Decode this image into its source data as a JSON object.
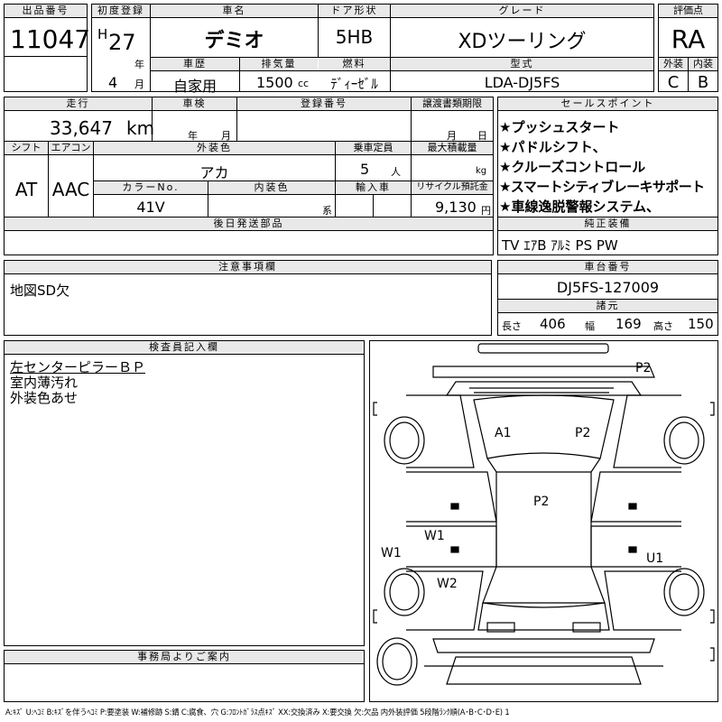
{
  "top": {
    "h_lot": "出品番号",
    "lot": "11047",
    "h_first_reg": "初度登録",
    "era": "H",
    "year": "27",
    "year_unit": "年",
    "month": "4",
    "month_unit": "月",
    "h_car_name": "車名",
    "car_name": "デミオ",
    "h_door": "ドア形状",
    "door": "5HB",
    "h_grade": "グレード",
    "grade": "XDツーリング",
    "h_score": "評価点",
    "score": "RA",
    "h_history": "車歴",
    "history": "自家用",
    "h_displacement": "排気量",
    "displacement": "1500",
    "displacement_unit": "cc",
    "h_fuel": "燃料",
    "fuel": "ﾃﾞｨｰｾﾞﾙ",
    "h_model": "型式",
    "model": "LDA-DJ5FS",
    "h_exterior": "外装",
    "exterior": "C",
    "h_interior": "内装",
    "interior": "B"
  },
  "row2": {
    "h_mileage": "走行",
    "mileage": "33,647",
    "mileage_unit": "km",
    "h_inspection": "車検",
    "insp_year_unit": "年",
    "insp_month_unit": "月",
    "h_reg_no": "登録番号",
    "h_transfer": "譲渡書類期限",
    "transfer_month_unit": "月",
    "transfer_day_unit": "日",
    "h_shift": "シフト",
    "shift": "AT",
    "h_ac": "エアコン",
    "ac": "AAC",
    "h_color": "外装色",
    "color": "アカ",
    "h_capacity": "乗車定員",
    "capacity": "5",
    "capacity_unit": "人",
    "h_load": "最大積載量",
    "load_unit": "kg",
    "h_color_no": "カラーNo.",
    "color_no": "41V",
    "h_int_color": "内装色",
    "int_color_unit": "系",
    "h_import": "輸入車",
    "h_recycle": "リサイクル預託金",
    "recycle": "9,130",
    "recycle_unit": "円",
    "h_later_parts": "後日発送部品"
  },
  "sales": {
    "header": "セールスポイント",
    "points": [
      "★プッシュスタート",
      "★パドルシフト、",
      "★クルーズコントロール",
      "★スマートシティブレーキサポート",
      "★車線逸脱警報システム、"
    ]
  },
  "equipment": {
    "header": "純正装備",
    "value": "TV ｴｱB ｱﾙﾐ PS PW"
  },
  "notes": {
    "header": "注意事項欄",
    "value": "地図SD欠"
  },
  "chassis": {
    "header": "車台番号",
    "value": "DJ5FS-127009"
  },
  "specs": {
    "header": "諸元",
    "len_label": "長さ",
    "length": "406",
    "wid_label": "幅",
    "width": "169",
    "hgt_label": "高さ",
    "height": "150"
  },
  "inspector": {
    "header": "検査員記入欄",
    "lines": [
      "左センターピラーＢＰ",
      "室内薄汚れ",
      "外装色あせ"
    ]
  },
  "office": {
    "header": "事務局よりご案内"
  },
  "diagram": {
    "marks": [
      "P2",
      "A1",
      "P2",
      "P2",
      "W1",
      "W1",
      "W2",
      "U1"
    ]
  },
  "legend": "A:ｷｽﾞ U:ﾍｺﾐ B:ｷｽﾞを伴うﾍｺﾐ P:要塗装 W:補修跡 S:錆 C:腐食、穴 G:ﾌﾛﾝﾄｶﾞﾗｽ点ｷｽﾞ XX:交換済み X:要交換 欠:欠品 内外装評価 5段階ﾗﾝｸ順(A･B･C･D･E) 1"
}
